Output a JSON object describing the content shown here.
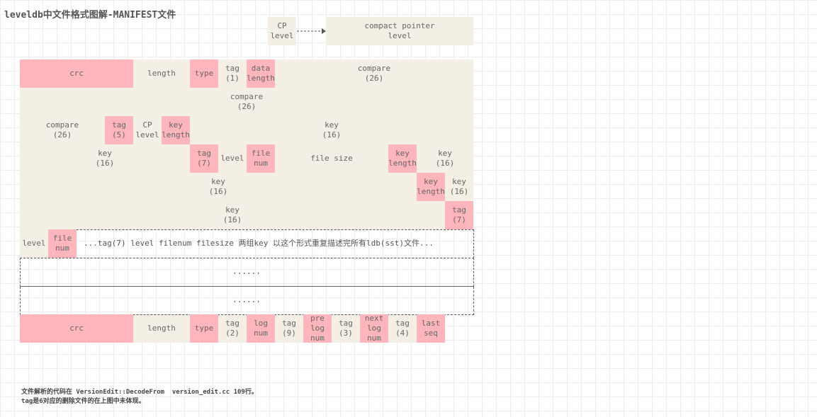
{
  "title": "leveldb中文件格式图解-MANIFEST文件",
  "legend": {
    "cp": "CP\nlevel",
    "compact": "compact pointer\nlevel"
  },
  "row1": {
    "crc": "crc",
    "length": "length",
    "type": "type",
    "tag1": "tag\n(1)",
    "data_length": "data\nlength",
    "compare": "compare\n(26)"
  },
  "row2": {
    "compare": "compare\n(26)"
  },
  "row3": {
    "compare": "compare\n(26)",
    "tag5": "tag\n(5)",
    "cp_level": "CP\nlevel",
    "key_length": "key\nlength",
    "key": "key\n(16)"
  },
  "row4": {
    "key": "key\n(16)",
    "tag7": "tag\n(7)",
    "level": "level",
    "file_num": "file\nnum",
    "file_size": "file size",
    "key_length": "key\nlength",
    "key2": "key\n(16)"
  },
  "row5": {
    "key": "key\n(16)",
    "key_length": "key\nlength",
    "key2": "key\n(16)"
  },
  "row6": {
    "key": "key\n(16)",
    "tag7": "tag\n(7)"
  },
  "row7": {
    "level": "level",
    "file_num": "file\nnum",
    "repeat": "...tag(7) level filenum filesize 两组key 以这个形式重复描述完所有ldb(sst)文件..."
  },
  "ellipsis1": "......",
  "ellipsis2": "......",
  "last_row": {
    "crc": "crc",
    "length": "length",
    "type": "type",
    "tag2": "tag\n(2)",
    "log_num": "log\nnum",
    "tag9": "tag\n(9)",
    "prev_log_num": "pre\nlog\nnum",
    "tag3": "tag\n(3)",
    "next_log_num": "next\nlog\nnum",
    "tag4": "tag\n(4)",
    "last_seq": "last\nseq"
  },
  "notes": [
    "文件解析的代码在 VersionEdit::DecodeFrom  version_edit.cc 109行。",
    "tag是6对应的删除文件的在上图中未体现。"
  ],
  "colors": {
    "pink": "#ffb5bc",
    "beige": "#f4efe4",
    "text": "#666666"
  }
}
